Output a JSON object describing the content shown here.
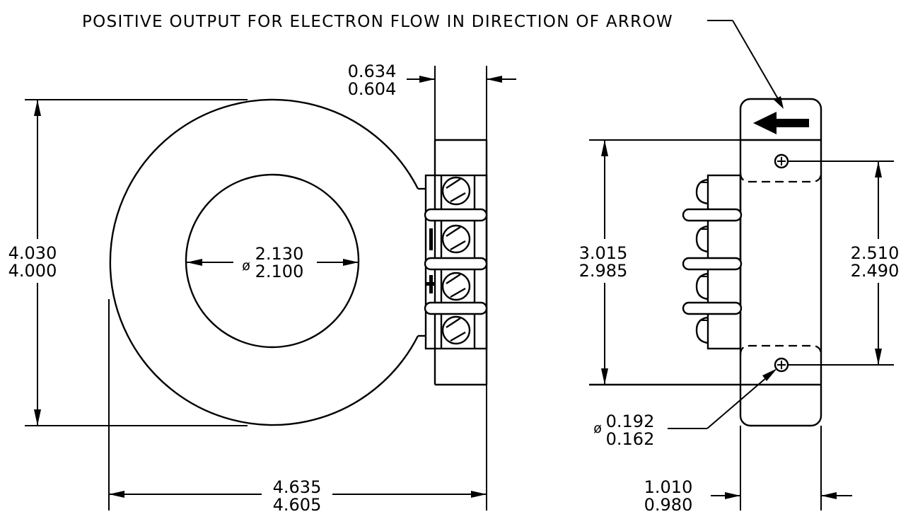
{
  "note": {
    "text": "POSITIVE OUTPUT FOR ELECTRON FLOW IN DIRECTION OF ARROW"
  },
  "dimensions": {
    "thickness": {
      "max": "0.634",
      "min": "0.604"
    },
    "height": {
      "max": "4.030",
      "min": "4.000"
    },
    "bore": {
      "symbol": "ø",
      "max": "2.130",
      "min": "2.100"
    },
    "width": {
      "max": "4.635",
      "min": "4.605"
    },
    "mount_height": {
      "max": "3.015",
      "min": "2.985"
    },
    "hole_spacing": {
      "max": "2.510",
      "min": "2.490"
    },
    "hole_diameter": {
      "symbol": "ø",
      "max": "0.192",
      "min": "0.162"
    },
    "base_width": {
      "max": "1.010",
      "min": "0.980"
    }
  },
  "terminal_marks": {
    "negative": "−",
    "positive": "+"
  }
}
